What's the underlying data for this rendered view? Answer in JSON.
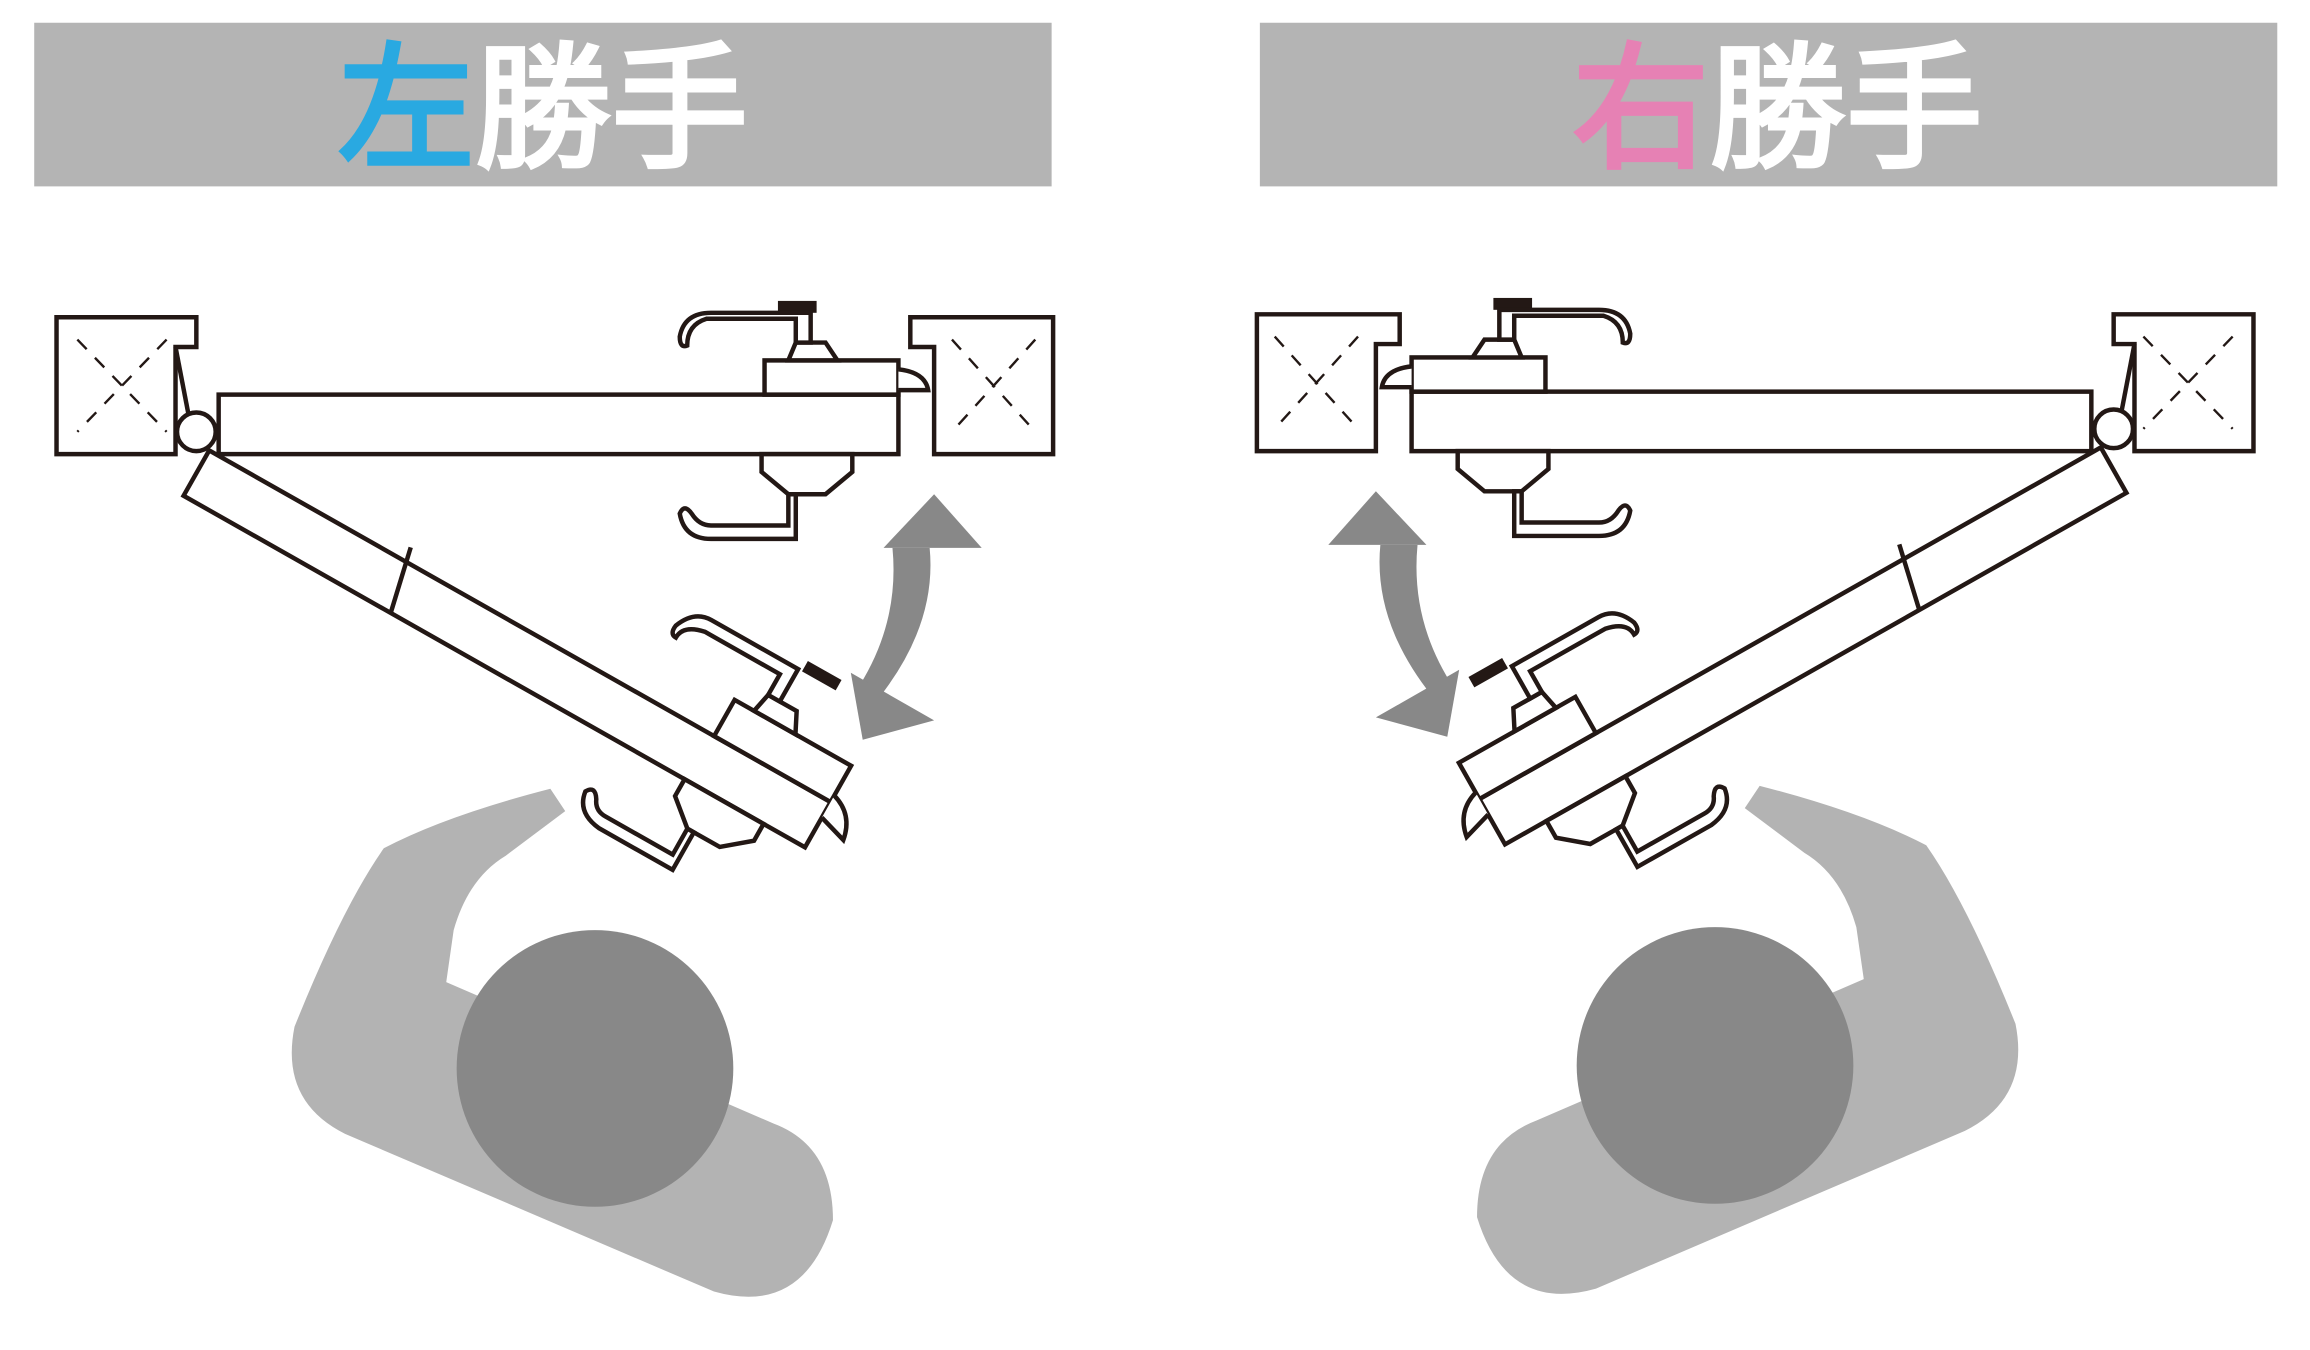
{
  "left_panel": {
    "title_accent": "左",
    "title_rest": "勝手",
    "accent_color": "#29a9e1"
  },
  "right_panel": {
    "title_accent": "右",
    "title_rest": "勝手",
    "accent_color": "#e681b4"
  },
  "colors": {
    "header_bg": "#b4b4b4",
    "arm": "#b3b3b3",
    "head": "#888888",
    "arrow": "#888888",
    "line": "#231815"
  }
}
